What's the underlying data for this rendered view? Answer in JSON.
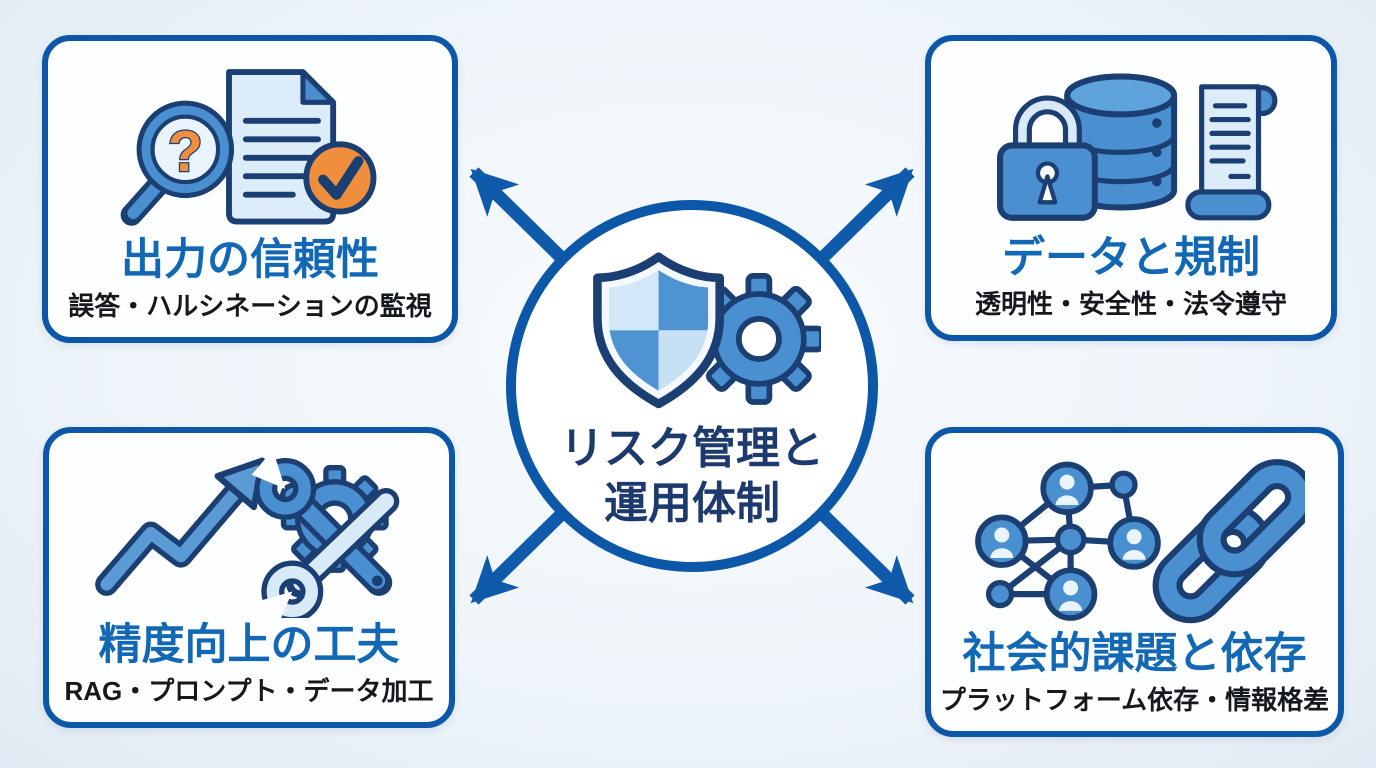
{
  "center": {
    "icon": "shield-gear-icon",
    "label_line1": "リスク管理と",
    "label_line2": "運用体制"
  },
  "boxes": {
    "top_left": {
      "title": "出力の信頼性",
      "subtitle": "誤答・ハルシネーションの監視",
      "icon": "document-check-search-icon"
    },
    "top_right": {
      "title": "データと規制",
      "subtitle": "透明性・安全性・法令遵守",
      "icon": "lock-database-scroll-icon"
    },
    "bottom_left": {
      "title": "精度向上の工夫",
      "subtitle": "RAG・プロンプト・データ加工",
      "icon": "growth-arrow-tools-icon"
    },
    "bottom_right": {
      "title": "社会的課題と依存",
      "subtitle": "プラットフォーム依存・情報格差",
      "icon": "network-chain-link-icon"
    }
  },
  "colors": {
    "background": "#eef4fa",
    "card_border": "#0d57a8",
    "arrow": "#0f5aab",
    "title_blue": "#1268b5",
    "subtitle_dark": "#15181d",
    "center_text": "#1c3a6e",
    "icon_outline": "#1c3f73",
    "icon_mid_blue": "#4a90d0",
    "icon_light_blue": "#d9eaf8",
    "accent_orange": "#ef8f3d"
  }
}
